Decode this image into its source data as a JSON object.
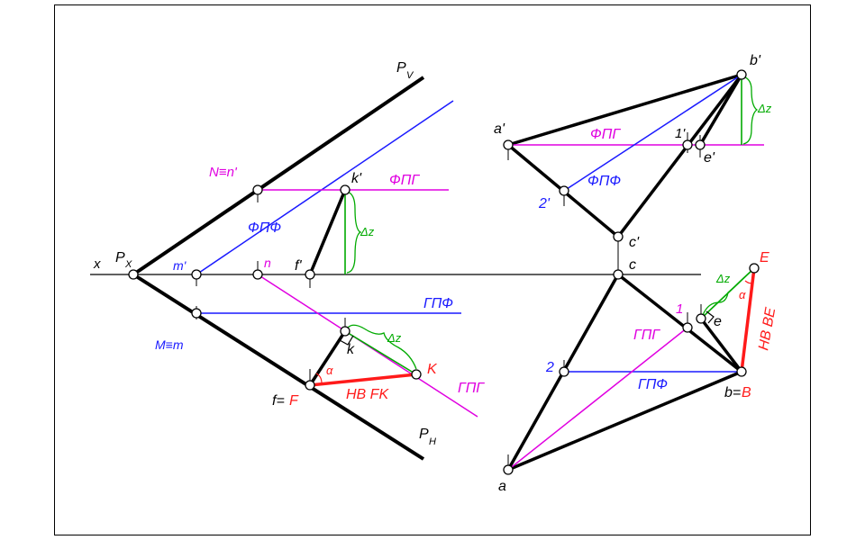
{
  "labels": {
    "pv": "P",
    "pv_sub": "V",
    "ph": "P",
    "ph_sub": "H",
    "px": "P",
    "px_sub": "X",
    "x_axis": "x",
    "nn": "N≡n'",
    "mm": "M≡m",
    "m_prime": "m'",
    "n_left": "n",
    "f_prime": "f'",
    "k_prime": "k'",
    "k_left": "k",
    "fpg_left": "ФПГ",
    "fpf_left": "ФПФ",
    "gpf_left": "ГПФ",
    "gpg_left": "ГПГ",
    "dz_left_v": "Δz",
    "dz_left_h": "Δz",
    "alpha_left": "α",
    "hb_fk": "HB FK",
    "f_eq": "f=",
    "F_cap": "F",
    "K_cap": "K",
    "a_prime": "a'",
    "b_prime": "b'",
    "c_prime": "c'",
    "e_prime": "e'",
    "one_prime": "1'",
    "two_prime": "2'",
    "c": "c",
    "a": "a",
    "b_eq": "b=",
    "B_cap": "B",
    "E_cap": "E",
    "e": "e",
    "one": "1",
    "two": "2",
    "fpg_right": "ФПГ",
    "fpf_right": "ФПФ",
    "gpg_right": "ГПГ",
    "gpf_right": "ГПФ",
    "dz_right_v": "Δz",
    "dz_right_h": "Δz",
    "alpha_right": "α",
    "hb_be": "HB BE"
  },
  "colors": {
    "black": "#000000",
    "blue": "#1a1aff",
    "magenta": "#e000e0",
    "green": "#00aa00",
    "red": "#ff1a1a"
  }
}
